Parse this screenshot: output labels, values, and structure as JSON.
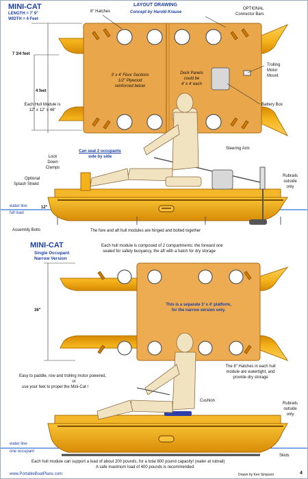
{
  "brand_url": "www.PortableBoatPlans.com",
  "credit": "Drawn by Ken Simpson",
  "page_number": "4",
  "top": {
    "title": "MINI-CAT",
    "length_label": "LENGTH = 7' 9\"",
    "width_label": "WIDTH = 4 Feet",
    "drawing_title": "LAYOUT DRAWING",
    "concept": "Concept by Harold Krause",
    "hatches": "8\" Hatches",
    "connector_bars_1": "OPTIONAL",
    "connector_bars_2": "Connector Bars",
    "dim_length": "7 3/4 feet",
    "dim_width": "4 feet",
    "floor_1": "3' x 4' Floor Sections",
    "floor_2": "1/2\" Plywood",
    "floor_3": "reinforced below",
    "deck_1": "Deck Panels",
    "deck_2": "could be",
    "deck_3": "4' x 4' each",
    "trolling_1": "Trolling",
    "trolling_2": "Motor",
    "trolling_3": "Mount",
    "battery_box": "Battery Box",
    "hull_module_1": "Each Hull Module is",
    "hull_module_2": "12\" x 12\" x 46\"",
    "seat_1": "Can seat 2 occupants",
    "seat_2": "side by side",
    "steering_arm": "Steering Arm",
    "lock_1": "Lock",
    "lock_2": "Down",
    "lock_3": "Clamps",
    "splash_1": "Optional",
    "splash_2": "Splash Shield",
    "rubrails_1": "Rubrails",
    "rubrails_2": "outside",
    "rubrails_3": "only",
    "waterline_1": "water line",
    "waterline_2": "full load",
    "depth": "12\"",
    "assembly_bolts": "Assembly Bolts",
    "hinged_note": "The fore and aft hull modules are hinged and bolted together"
  },
  "bottom": {
    "title": "MINI-CAT",
    "subtitle_1": "Single Occupant",
    "subtitle_2": "Narrow Version",
    "compartments_1": "Each hull module is composed of 2 compartments: the forward one",
    "compartments_2": "sealed for safety buoyancy, the aft with a hatch for dry storage",
    "platform_1": "This is a separate 3' x 4' platform,",
    "platform_2": "for the narrow version only.",
    "dim_width": "36\"",
    "paddle_1": "Easy to paddle, row and trolling motor powered,",
    "paddle_2": "or",
    "paddle_3": "use your feet to propel the Mini-Cat !",
    "hatch_note_1": "The 8\" Hatches in each hull",
    "hatch_note_2": "module are watertight, and",
    "hatch_note_3": "provide dry storage",
    "cushion": "Cushion",
    "rubrails_1": "Rubrails",
    "rubrails_2": "outside",
    "rubrails_3": "only",
    "waterline_1": "water line",
    "waterline_2": "one occupant",
    "skids": "Skids",
    "load_1": "Each hull module can support  a load of about 200 pounds, for a total 800 pound capacity!  (water at rubrail)",
    "load_2": "A safe maximum load of 400 pounds is recommended."
  },
  "colors": {
    "hull": "#f4b21a",
    "hull_dark": "#c77c00",
    "deck": "#e9a64a",
    "platform": "#eeac52",
    "water": "#2e74d8",
    "title_blue": "#1a3ea8",
    "figure": "#f1e2c0"
  }
}
